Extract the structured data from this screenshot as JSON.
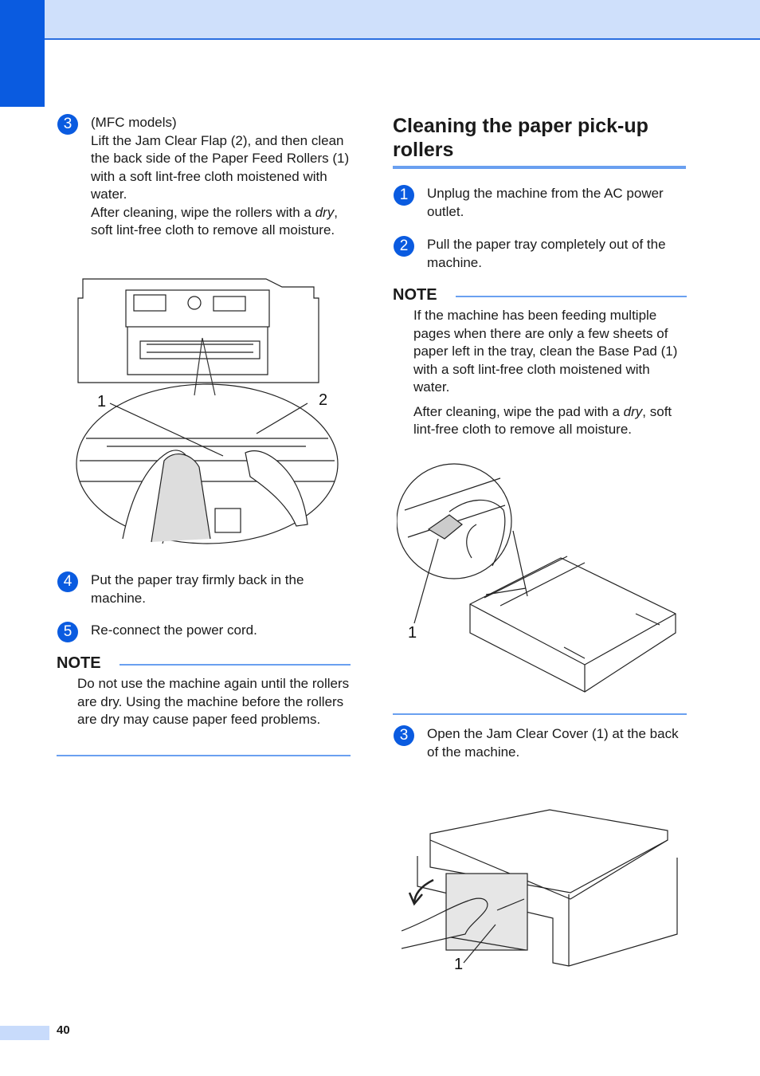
{
  "page_number": "40",
  "left": {
    "step3": {
      "num": "3",
      "lines": [
        "(MFC models)",
        "Lift the Jam Clear Flap (2), and then clean the back side of the Paper Feed Rollers (1) with a soft lint-free cloth moistened with water."
      ],
      "after_a": "After cleaning, wipe the rollers with a ",
      "after_em": "dry",
      "after_b": ", soft lint-free cloth to remove all moisture."
    },
    "figure1": {
      "callout_1": "1",
      "callout_2": "2"
    },
    "step4": {
      "num": "4",
      "text": "Put the paper tray firmly back in the machine."
    },
    "step5": {
      "num": "5",
      "text": "Re-connect the power cord."
    },
    "note": {
      "heading": "NOTE",
      "text": "Do not use the machine again until the rollers are dry. Using the machine before the rollers are dry may cause paper feed problems."
    }
  },
  "right": {
    "title": "Cleaning the paper pick-up rollers",
    "step1": {
      "num": "1",
      "text": "Unplug the machine from the AC power outlet."
    },
    "step2": {
      "num": "2",
      "text": "Pull the paper tray completely out of the machine."
    },
    "note": {
      "heading": "NOTE",
      "text": "If the machine has been feeding multiple pages when there are only a few sheets of paper left in the tray, clean the Base Pad (1) with a soft lint-free cloth moistened with water.",
      "after_a": "After cleaning, wipe the pad with a ",
      "after_em": "dry",
      "after_b": ", soft lint-free cloth to remove all moisture."
    },
    "figure2": {
      "callout_1": "1"
    },
    "step3": {
      "num": "3",
      "text": "Open the Jam Clear Cover (1) at the back of the machine."
    },
    "figure3": {
      "callout_1": "1"
    }
  },
  "colors": {
    "accent": "#0a5be0",
    "rule": "#6aa0f0",
    "band": "#cfe0fb"
  }
}
